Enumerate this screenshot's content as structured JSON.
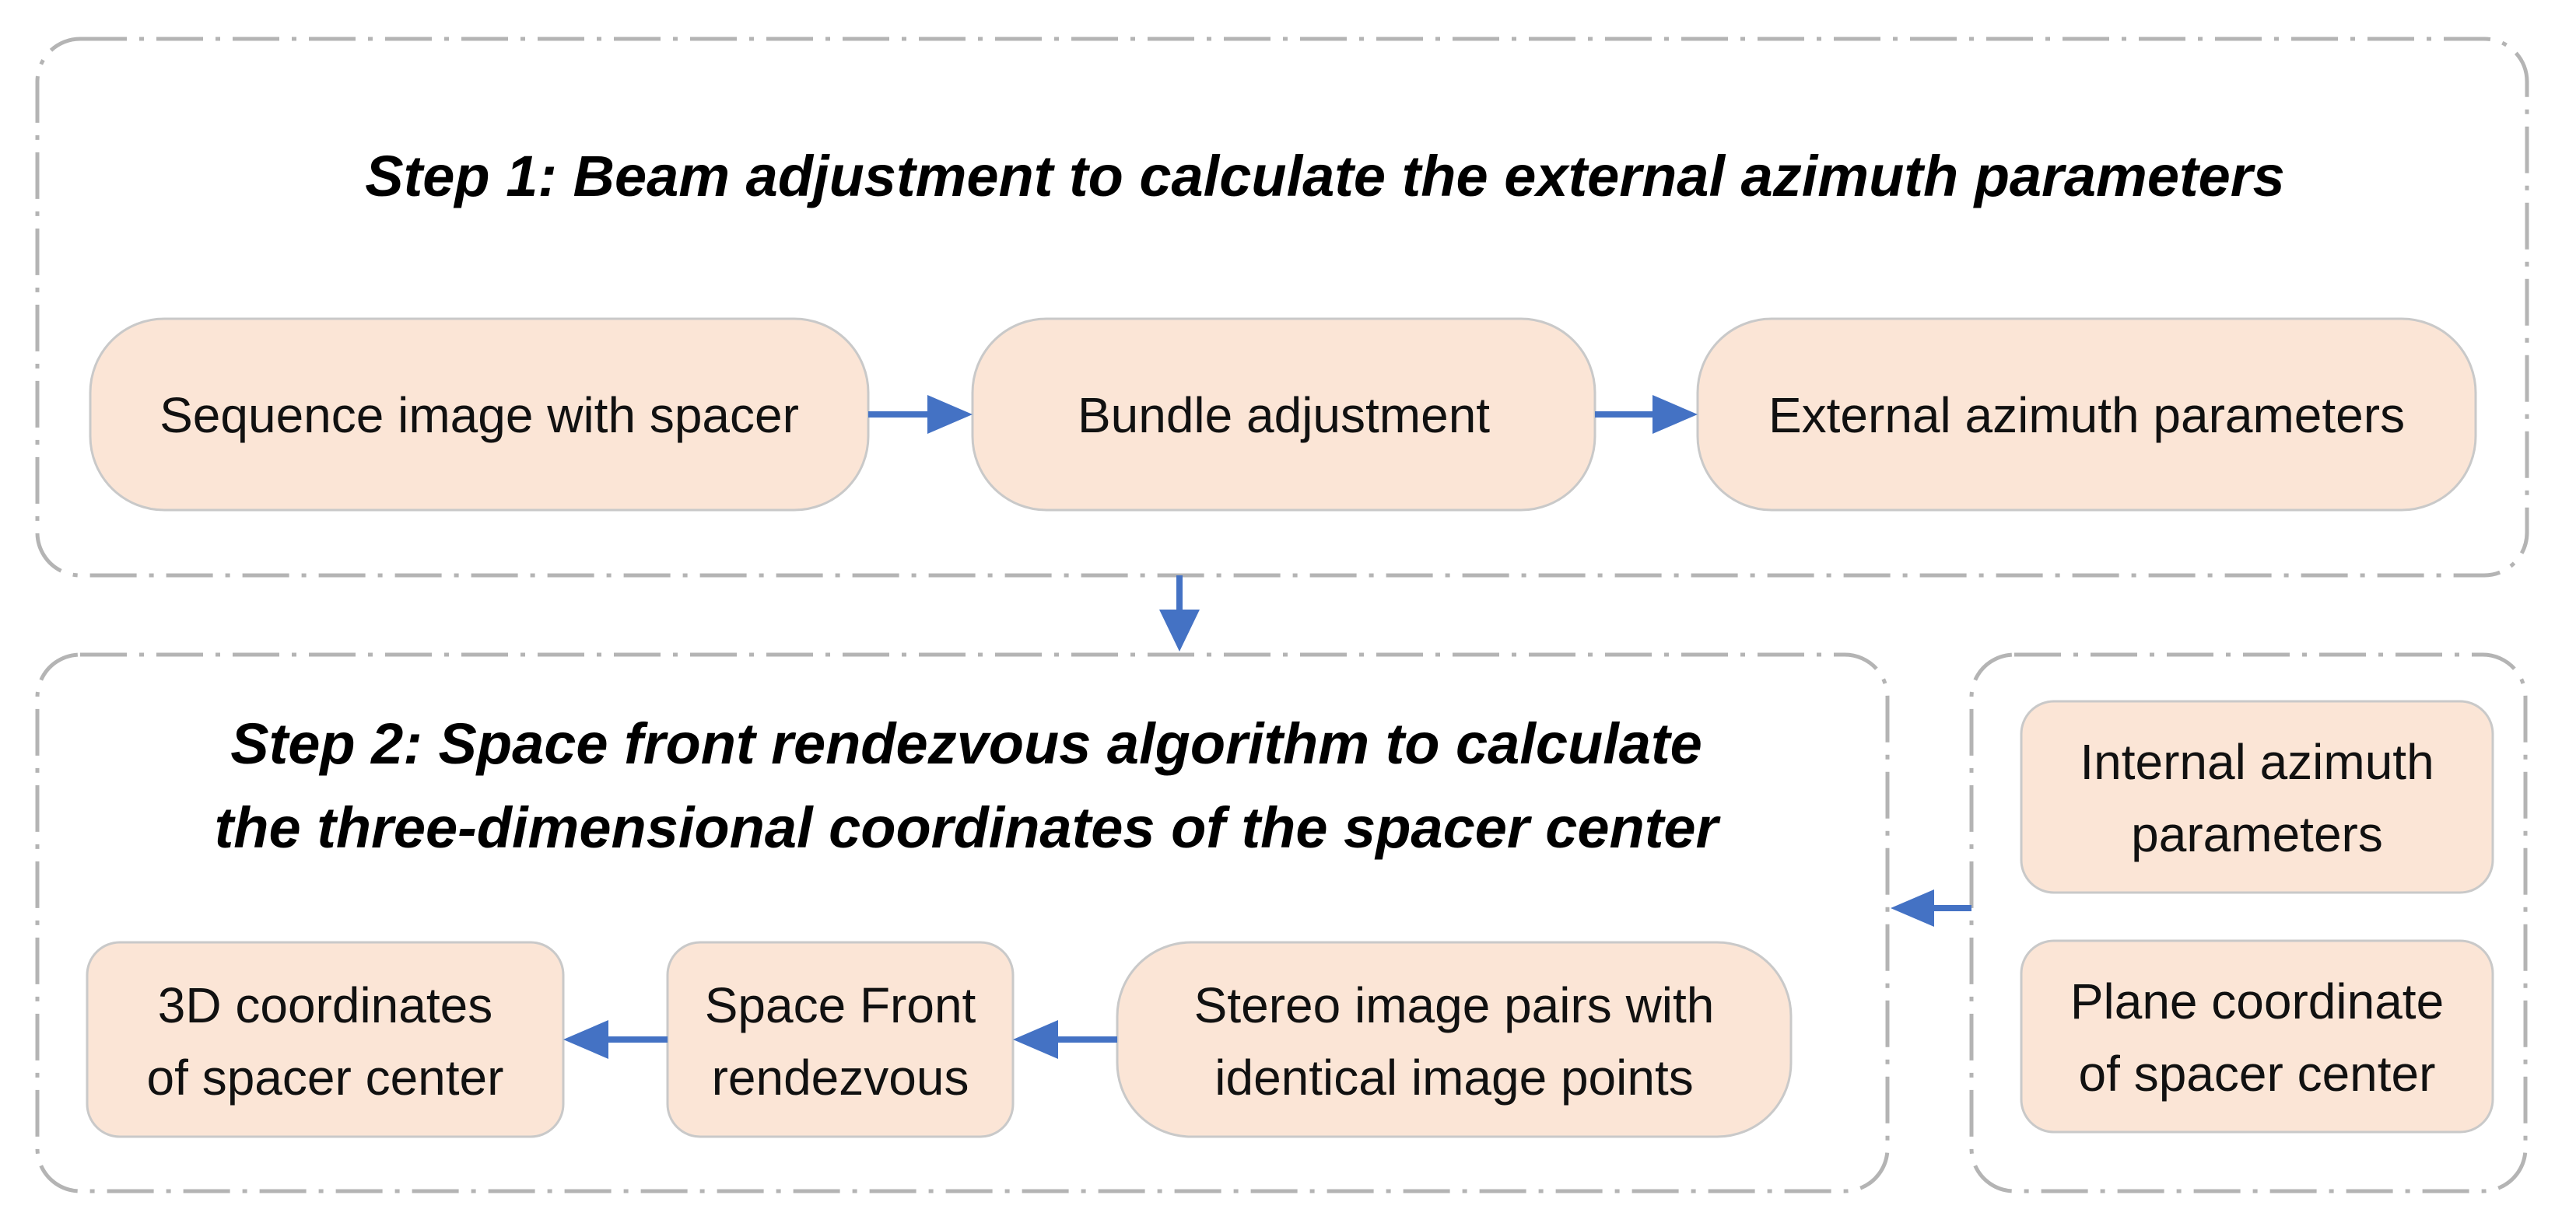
{
  "step1": {
    "title": "Step 1: Beam adjustment to calculate the external azimuth parameters",
    "nodes": {
      "sequence_image": "Sequence image with spacer",
      "bundle_adjustment": "Bundle adjustment",
      "external_params": "External azimuth parameters"
    }
  },
  "step2": {
    "title_line1": "Step 2: Space front rendezvous algorithm  to calculate",
    "title_line2": "the three-dimensional coordinates of the spacer center",
    "nodes": {
      "coords_3d": [
        "3D coordinates",
        "of spacer center"
      ],
      "space_front": [
        "Space Front",
        "rendezvous"
      ],
      "stereo_pairs": [
        "Stereo image pairs with",
        "identical image points"
      ]
    }
  },
  "inputs": {
    "internal_params": [
      "Internal azimuth",
      "parameters"
    ],
    "plane_coordinate": [
      "Plane coordinate",
      "of spacer center"
    ]
  },
  "colors": {
    "node_fill": "#fbe5d6",
    "node_border": "#c9c9c9",
    "arrow": "#4472c4",
    "region_border": "#b4b4b4"
  }
}
